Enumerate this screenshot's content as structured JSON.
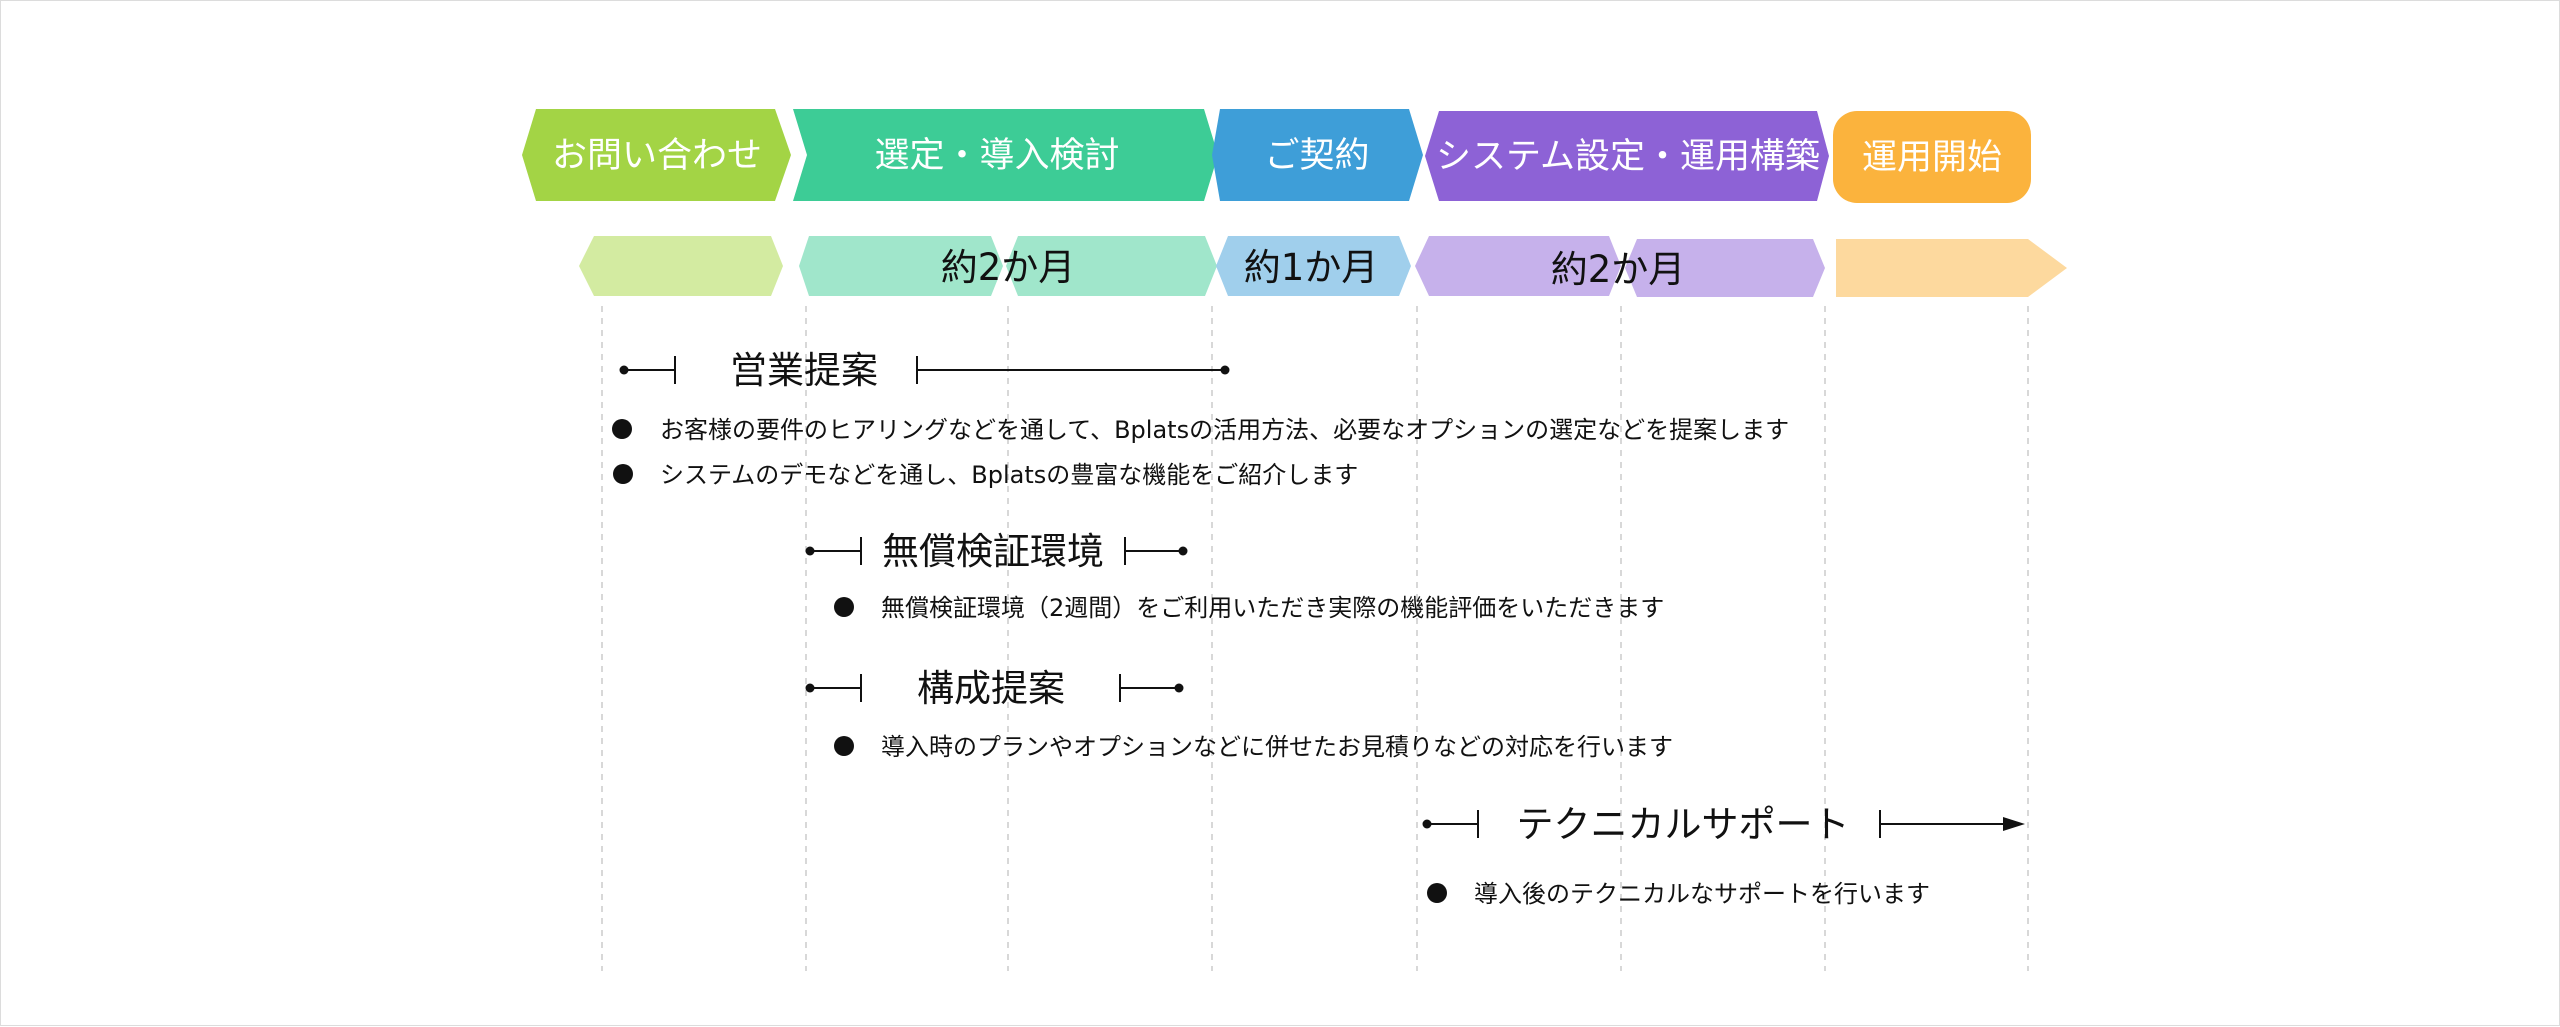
{
  "stages": [
    {
      "label": "お問い合わせ",
      "color": "#a3d445",
      "light": "#d3eba1"
    },
    {
      "label": "選定・導入検討",
      "color": "#3dcc96",
      "light": "#a0e6cb"
    },
    {
      "label": "ご契約",
      "color": "#3e9ed8",
      "light": "#a0cfec"
    },
    {
      "label": "システム設定・運用構築",
      "color": "#8d62d6",
      "light": "#c6b1eb"
    },
    {
      "label": "運用開始",
      "color": "#fbb33d",
      "light": "#fdd99e"
    }
  ],
  "durations": {
    "selection": "約2か月",
    "contract": "約1か月",
    "setup": "約2か月"
  },
  "sections": {
    "sales": {
      "title": "営業提案",
      "bullets": [
        "お客様の要件のヒアリングなどを通して、Bplatsの活用方法、必要なオプションの選定などを提案します",
        "システムのデモなどを通し、Bplatsの豊富な機能をご紹介します"
      ]
    },
    "trial": {
      "title": "無償検証環境",
      "bullets": [
        "無償検証環境（2週間）をご利用いただき実際の機能評価をいただきます"
      ]
    },
    "config": {
      "title": "構成提案",
      "bullets": [
        "導入時のプランやオプションなどに併せたお見積りなどの対応を行います"
      ]
    },
    "support": {
      "title": "テクニカルサポート",
      "bullets": [
        "導入後のテクニカルなサポートを行います"
      ]
    }
  }
}
